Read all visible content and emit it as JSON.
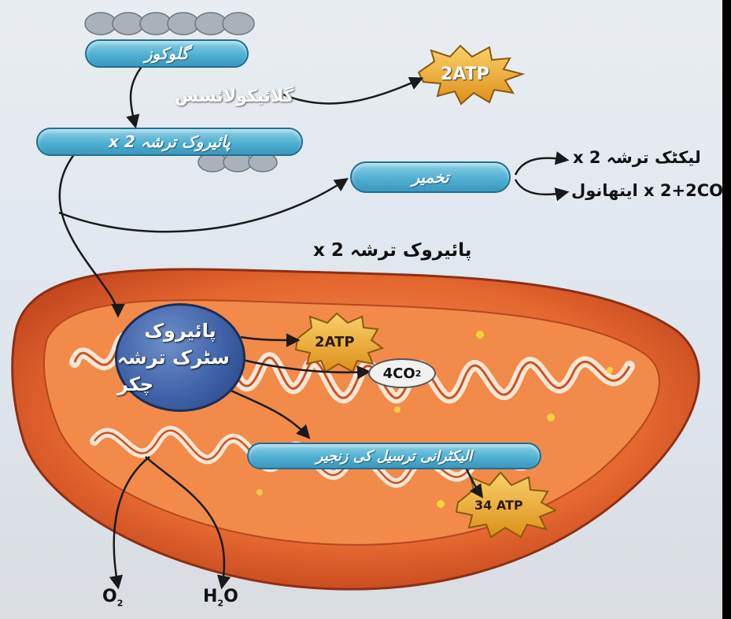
{
  "labels": {
    "glucose": "گلوکوز",
    "glycolysis": "گلائیکولائسس",
    "pyruvic_bar": "پائیروک ترشہ x 2",
    "fermentation": "تخمیر",
    "lactic": "لیکٹک ترشہ x 2",
    "ethanol_prefix": "2 x ایتھانول",
    "ethanol_co2": "+2CO",
    "co2_sub": "2",
    "pyruvic_mid": "پائیروک ترشہ x 2",
    "krebs_line1": "پائیروک",
    "krebs_line2": "سٹرک ترشہ چکر",
    "etc": "الیکٹرانی ترسیل کی زنجیر",
    "atp_glycolysis": "2ATP",
    "atp_krebs": "2ATP",
    "co2_krebs": "4CO",
    "atp_etc": "34 ATP",
    "o2": "O",
    "h2o_h": "H",
    "h2o_o": "O"
  },
  "colors": {
    "pill": "#4fb0d2",
    "star": "#e39a1f",
    "krebs": "#3f62a8",
    "mitochondrion": "#e4672f"
  }
}
